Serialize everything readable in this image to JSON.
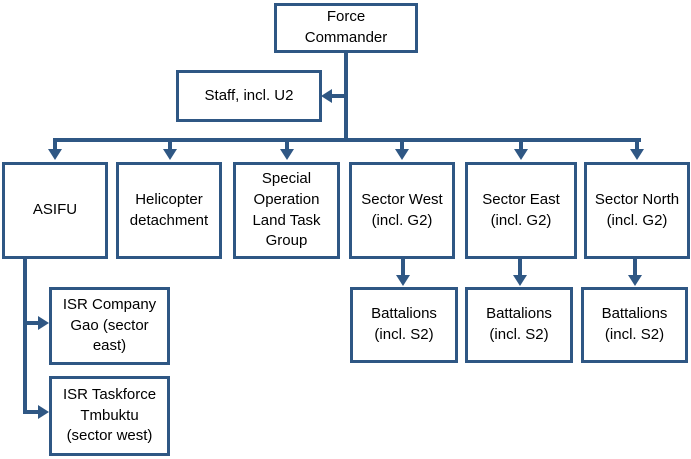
{
  "colors": {
    "line": "#2f5784",
    "text": "#000000",
    "background": "#ffffff"
  },
  "chart_data": {
    "type": "org-chart",
    "nodes": {
      "force_commander": {
        "label": "Force\nCommander"
      },
      "staff": {
        "label": "Staff, incl. U2"
      },
      "asifu": {
        "label": "ASIFU"
      },
      "helicopter": {
        "label": "Helicopter\ndetachment"
      },
      "soltg": {
        "label": "Special\nOperation\nLand Task\nGroup"
      },
      "sector_west": {
        "label": "Sector West\n(incl. G2)"
      },
      "sector_east": {
        "label": "Sector East\n(incl. G2)"
      },
      "sector_north": {
        "label": "Sector North\n(incl. G2)"
      },
      "battalions_west": {
        "label": "Battalions\n(incl. S2)"
      },
      "battalions_east": {
        "label": "Battalions\n(incl. S2)"
      },
      "battalions_north": {
        "label": "Battalions\n(incl. S2)"
      },
      "isr_company": {
        "label": "ISR Company\nGao (sector\neast)"
      },
      "isr_taskforce": {
        "label": "ISR Taskforce\nTmbuktu\n(sector west)"
      }
    },
    "edges": [
      {
        "from": "force_commander",
        "to": "staff"
      },
      {
        "from": "force_commander",
        "to": "asifu"
      },
      {
        "from": "force_commander",
        "to": "helicopter"
      },
      {
        "from": "force_commander",
        "to": "soltg"
      },
      {
        "from": "force_commander",
        "to": "sector_west"
      },
      {
        "from": "force_commander",
        "to": "sector_east"
      },
      {
        "from": "force_commander",
        "to": "sector_north"
      },
      {
        "from": "sector_west",
        "to": "battalions_west"
      },
      {
        "from": "sector_east",
        "to": "battalions_east"
      },
      {
        "from": "sector_north",
        "to": "battalions_north"
      },
      {
        "from": "asifu",
        "to": "isr_company"
      },
      {
        "from": "asifu",
        "to": "isr_taskforce"
      }
    ]
  }
}
